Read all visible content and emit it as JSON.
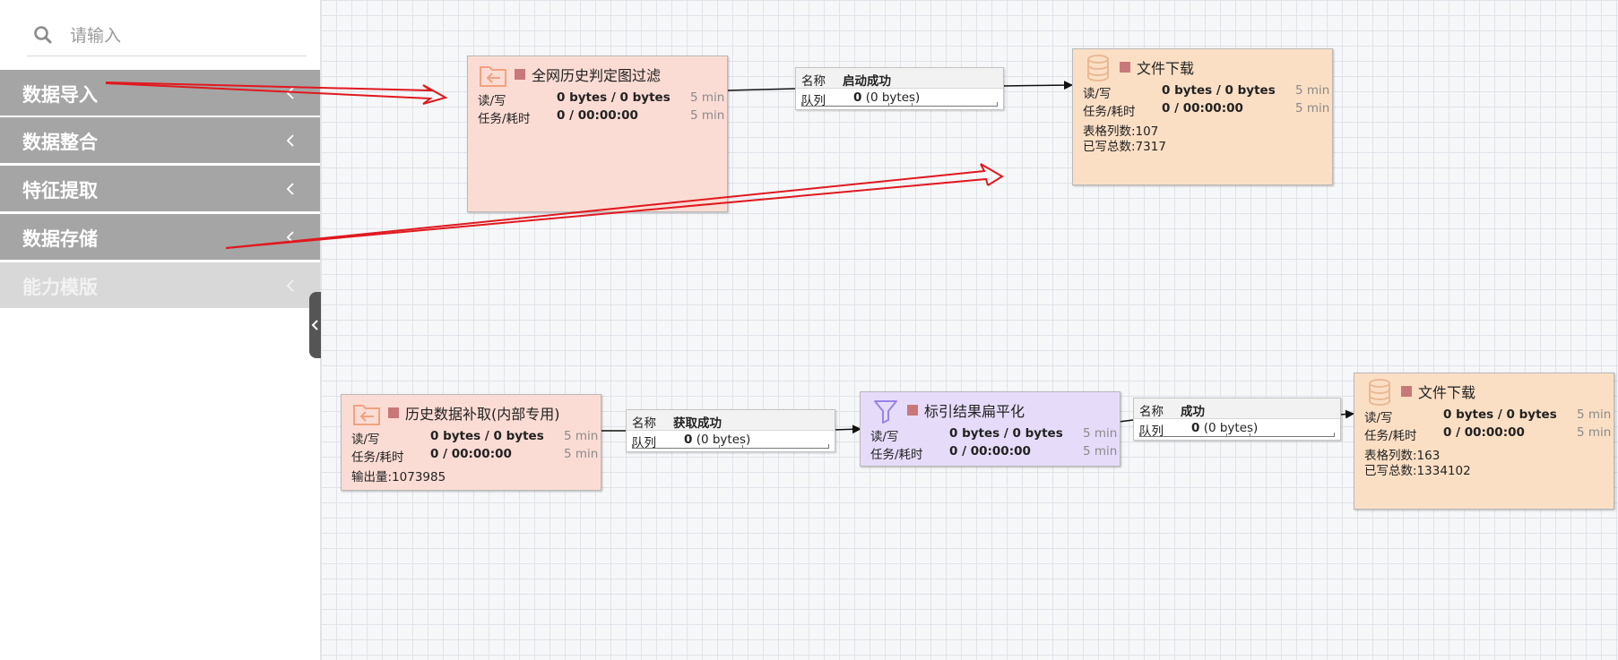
{
  "sidebar": {
    "search": {
      "placeholder": "请输入",
      "value": "",
      "icon": "search-icon"
    },
    "menus": [
      {
        "label": "数据导入",
        "enabled": true
      },
      {
        "label": "数据整合",
        "enabled": true
      },
      {
        "label": "特征提取",
        "enabled": true
      },
      {
        "label": "数据存储",
        "enabled": true
      },
      {
        "label": "能力模版",
        "enabled": false
      }
    ]
  },
  "processors": [
    {
      "icon": "folder-import-icon",
      "title": "全网历史判定图过滤",
      "rw_label": "读/写",
      "rw_value": "0 bytes / 0 bytes",
      "rw_time": "5 min",
      "task_label": "任务/耗时",
      "task_value": "0 / 00:00:00",
      "task_time": "5 min",
      "extra": [],
      "bg": "#fbdcd4"
    },
    {
      "icon": "database-icon",
      "title": "文件下载",
      "rw_label": "读/写",
      "rw_value": "0 bytes / 0 bytes",
      "rw_time": "5 min",
      "task_label": "任务/耗时",
      "task_value": "0 / 00:00:00",
      "task_time": "5 min",
      "extra": [
        "表格列数:107",
        "已写总数:7317"
      ],
      "bg": "#fbdfc5"
    },
    {
      "icon": "folder-import-icon",
      "title": "历史数据补取(内部专用)",
      "rw_label": "读/写",
      "rw_value": "0 bytes / 0 bytes",
      "rw_time": "5 min",
      "task_label": "任务/耗时",
      "task_value": "0 / 00:00:00",
      "task_time": "5 min",
      "extra": [
        "输出量:1073985"
      ],
      "bg": "#fbdcd4"
    },
    {
      "icon": "funnel-filter-icon",
      "title": "标引结果扁平化",
      "rw_label": "读/写",
      "rw_value": "0 bytes / 0 bytes",
      "rw_time": "5 min",
      "task_label": "任务/耗时",
      "task_value": "0 / 00:00:00",
      "task_time": "5 min",
      "extra": [],
      "bg": "#e6dcfa"
    },
    {
      "icon": "database-icon",
      "title": "文件下载",
      "rw_label": "读/写",
      "rw_value": "0 bytes / 0 bytes",
      "rw_time": "5 min",
      "task_label": "任务/耗时",
      "task_value": "0 / 00:00:00",
      "task_time": "5 min",
      "extra": [
        "表格列数:163",
        "已写总数:1334102"
      ],
      "bg": "#fbdfc5"
    }
  ],
  "connections": [
    {
      "name_label": "名称",
      "name_value": "启动成功",
      "queue_label": "队列",
      "queue_count": "0",
      "queue_bytes": "(0 bytes)"
    },
    {
      "name_label": "名称",
      "name_value": "获取成功",
      "queue_label": "队列",
      "queue_count": "0",
      "queue_bytes": "(0 bytes)"
    },
    {
      "name_label": "名称",
      "name_value": "成功",
      "queue_label": "队列",
      "queue_count": "0",
      "queue_bytes": "(0 bytes)"
    }
  ],
  "colors": {
    "annotation_arrow": "#e0191f",
    "menu_bg": "#a5a5a5",
    "menu_disabled_bg": "#d8d8d8",
    "icon_orange": "#f1a27e",
    "icon_purple": "#9b82e6"
  }
}
